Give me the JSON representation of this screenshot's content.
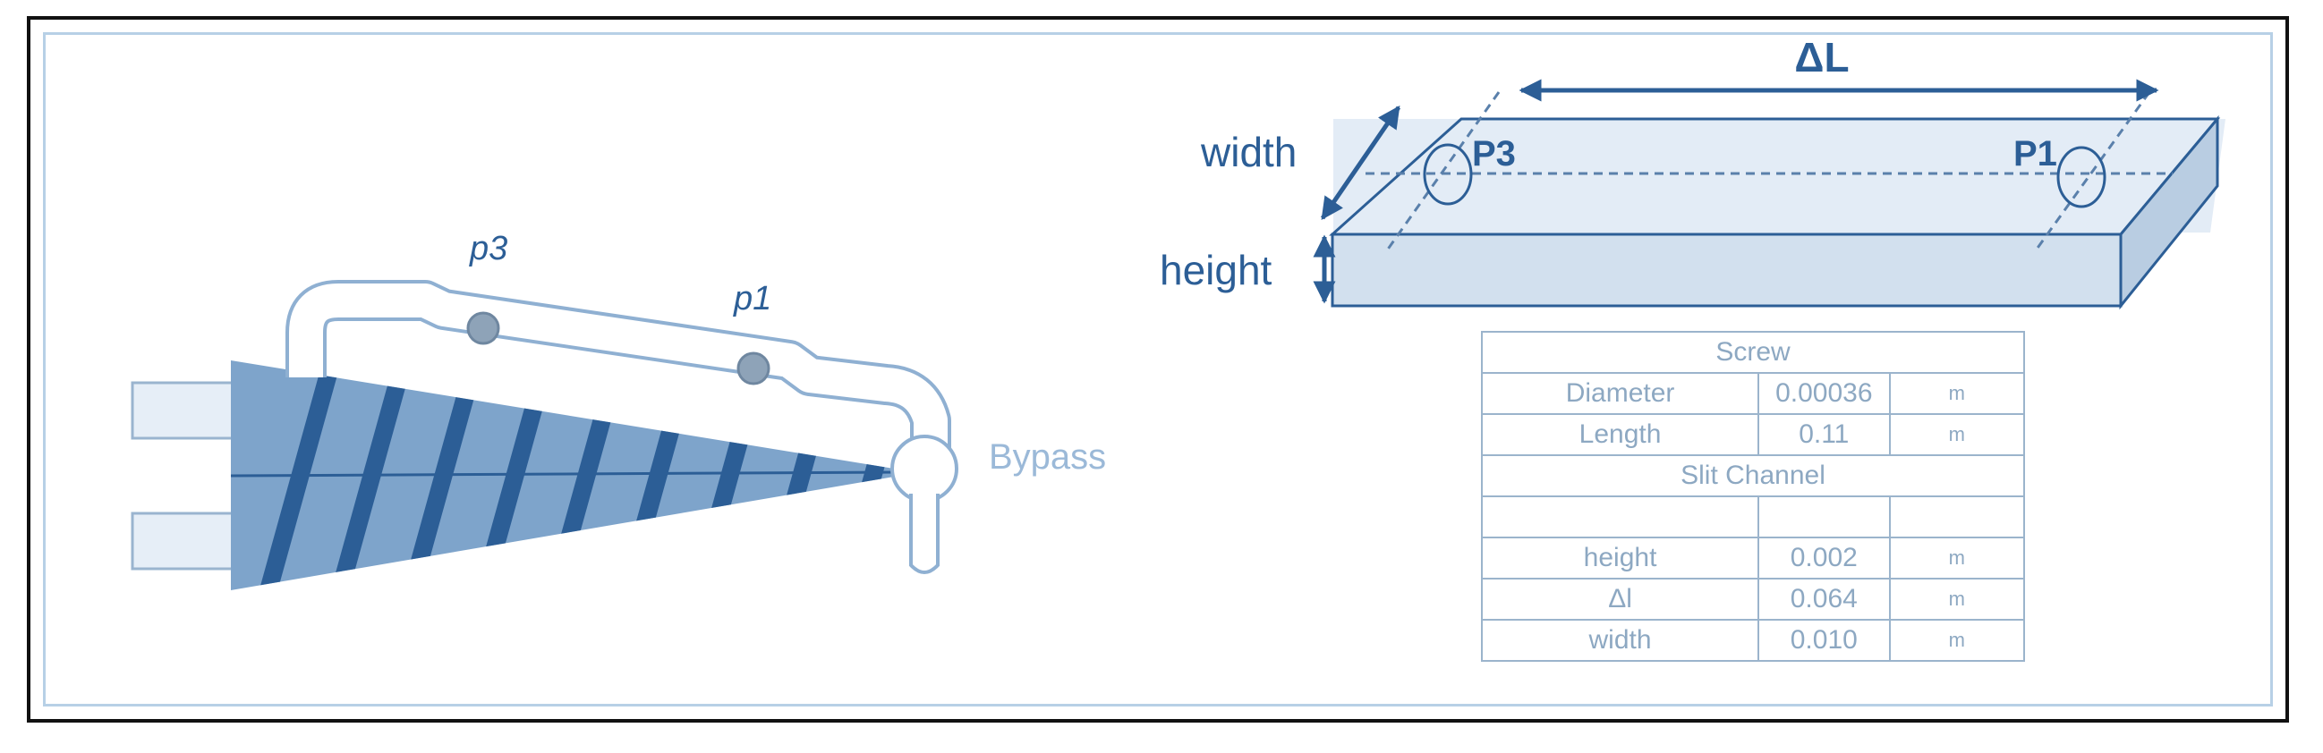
{
  "colors": {
    "frame": "#111111",
    "inner_border": "#b7d0e6",
    "diagram_blue": "#2c5e96",
    "diagram_light": "#d9e6f3",
    "stripe": "#336aa6",
    "table_text": "#8da8c2"
  },
  "extruder": {
    "p3_label": "p3",
    "p1_label": "p1",
    "bypass_label": "Bypass"
  },
  "slit": {
    "delta_l_label": "ΔL",
    "width_label": "width",
    "height_label": "height",
    "p3_label": "P3",
    "p1_label": "P1"
  },
  "table": {
    "screw_header": "Screw",
    "diameter": {
      "name": "Diameter",
      "value": "0.00036",
      "unit": "m"
    },
    "length": {
      "name": "Length",
      "value": "0.11",
      "unit": "m"
    },
    "slit_header": "Slit Channel",
    "height": {
      "name": "height",
      "value": "0.002",
      "unit": "m"
    },
    "delta_l": {
      "name": "Δl",
      "value": "0.064",
      "unit": "m"
    },
    "width": {
      "name": "width",
      "value": "0.010",
      "unit": "m"
    }
  }
}
